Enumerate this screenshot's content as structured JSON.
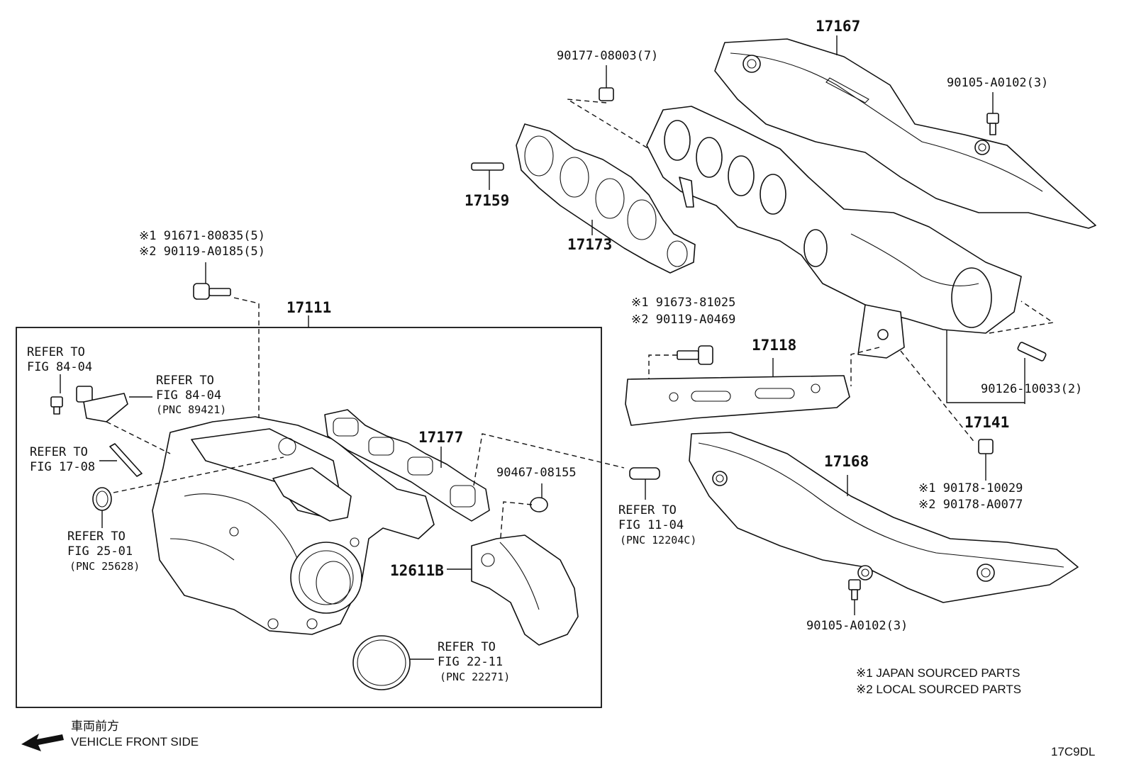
{
  "diagram_code": "17C9DL",
  "front_side": {
    "jp": "車両前方",
    "en": "VEHICLE FRONT SIDE"
  },
  "notes": [
    "※1 JAPAN SOURCED PARTS",
    "※2 LOCAL SOURCED PARTS"
  ],
  "parts": {
    "p17167": "17167",
    "p90177": "90177-08003(7)",
    "p90105a": "90105-A0102(3)",
    "p17159": "17159",
    "p17173": "17173",
    "p91671": "※1 91671-80835(5)",
    "p90119a": "※2 90119-A0185(5)",
    "p17111": "17111",
    "p91673": "※1 91673-81025",
    "p90119b": "※2 90119-A0469",
    "p17118": "17118",
    "p90126": "90126-10033(2)",
    "p17141": "17141",
    "p17177": "17177",
    "p90467": "90467-08155",
    "p17168": "17168",
    "p90178a": "※1 90178-10029",
    "p90178b": "※2 90178-A0077",
    "p12611b": "12611B",
    "p90105b": "90105-A0102(3)"
  },
  "refs": {
    "r8404a": {
      "l1": "REFER TO",
      "l2": "FIG 84-04"
    },
    "r8404b": {
      "l1": "REFER TO",
      "l2": "FIG 84-04",
      "pnc": "(PNC 89421)"
    },
    "r1708": {
      "l1": "REFER TO",
      "l2": "FIG 17-08"
    },
    "r2501": {
      "l1": "REFER TO",
      "l2": "FIG 25-01",
      "pnc": "(PNC 25628)"
    },
    "r1104": {
      "l1": "REFER TO",
      "l2": "FIG 11-04",
      "pnc": "(PNC 12204C)"
    },
    "r2211": {
      "l1": "REFER TO",
      "l2": "FIG 22-11",
      "pnc": "(PNC 22271)"
    }
  }
}
